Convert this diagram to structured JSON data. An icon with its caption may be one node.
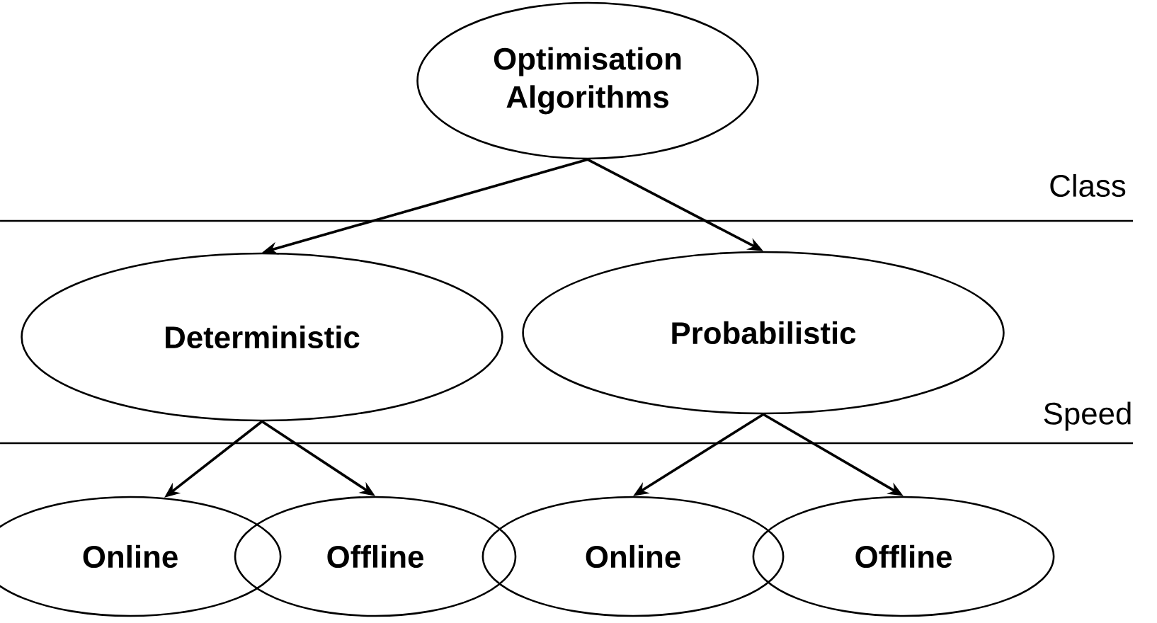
{
  "diagram": {
    "nodes": [
      {
        "text": [
          "Optimisation Algorithms"
        ]
      },
      {
        "text": [
          "Deterministic"
        ]
      },
      {
        "text": [
          "Probabilistic"
        ]
      },
      {
        "text": [
          "Online"
        ]
      },
      {
        "text": [
          "Offline"
        ]
      },
      {
        "text": [
          "Online"
        ]
      },
      {
        "text": [
          "Offline"
        ]
      }
    ],
    "edges": [
      {
        "from": 0,
        "to": 1,
        "arrow": "to"
      },
      {
        "from": 0,
        "to": 2,
        "arrow": "to"
      },
      {
        "from": 1,
        "to": 3,
        "arrow": "to"
      },
      {
        "from": 1,
        "to": 4,
        "arrow": "to"
      },
      {
        "from": 2,
        "to": 5,
        "arrow": "to"
      },
      {
        "from": 2,
        "to": 6,
        "arrow": "to"
      }
    ],
    "labels": [
      "Class",
      "Speed"
    ]
  }
}
